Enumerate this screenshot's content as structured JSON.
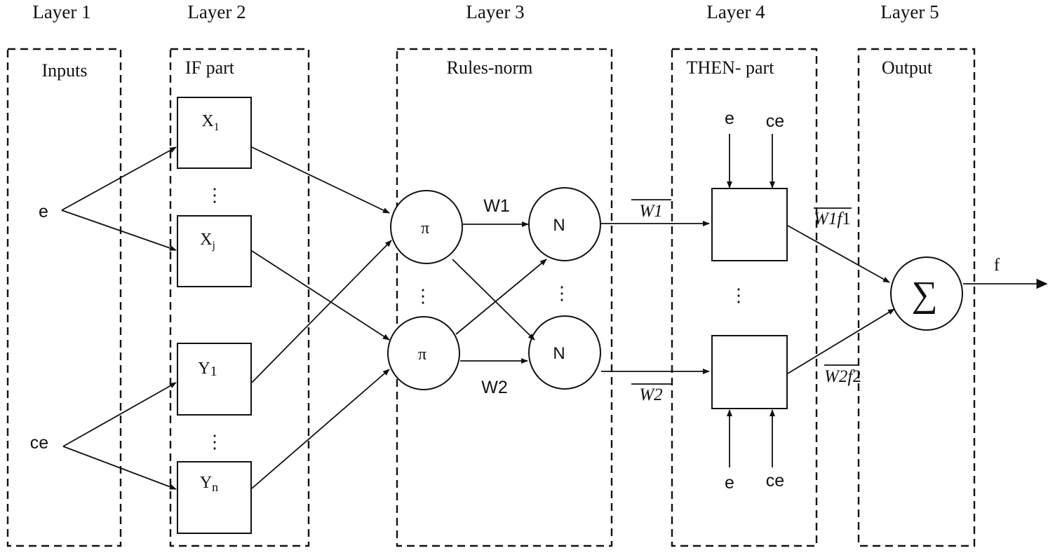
{
  "layers": [
    "Layer 1",
    "Layer 2",
    "Layer 3",
    "Layer 4",
    "Layer 5"
  ],
  "sections": [
    "Inputs",
    "IF part",
    "Rules-norm",
    "THEN- part",
    "Output"
  ],
  "inputs": {
    "e": "e",
    "ce": "ce"
  },
  "membership": {
    "x1_main": "X",
    "x1_sub": "1",
    "xj_main": "X",
    "xj_sub": "j",
    "y1_main": "Y",
    "y1_sub": "1",
    "yn_main": "Y",
    "yn_sub": "n"
  },
  "rule_nodes": {
    "pi_top": "π",
    "pi_bottom": "π"
  },
  "norm_nodes": {
    "n_top": "N",
    "n_bottom": "N"
  },
  "weights": {
    "w1": "W1",
    "w2": "W2",
    "w1_bar": "W1",
    "w2_bar": "W2",
    "w1f1_bar": "W1",
    "w1f1_f": "f",
    "w1f1_idx": "1",
    "w2f2_bar": "W2",
    "w2f2_f": "f",
    "w2f2_idx": "2"
  },
  "then_inputs": {
    "top_e": "e",
    "top_ce": "ce",
    "bottom_e": "e",
    "bottom_ce": "ce"
  },
  "output": {
    "sum_symbol": "∑",
    "f": "f"
  },
  "ellipsis": "⋮"
}
